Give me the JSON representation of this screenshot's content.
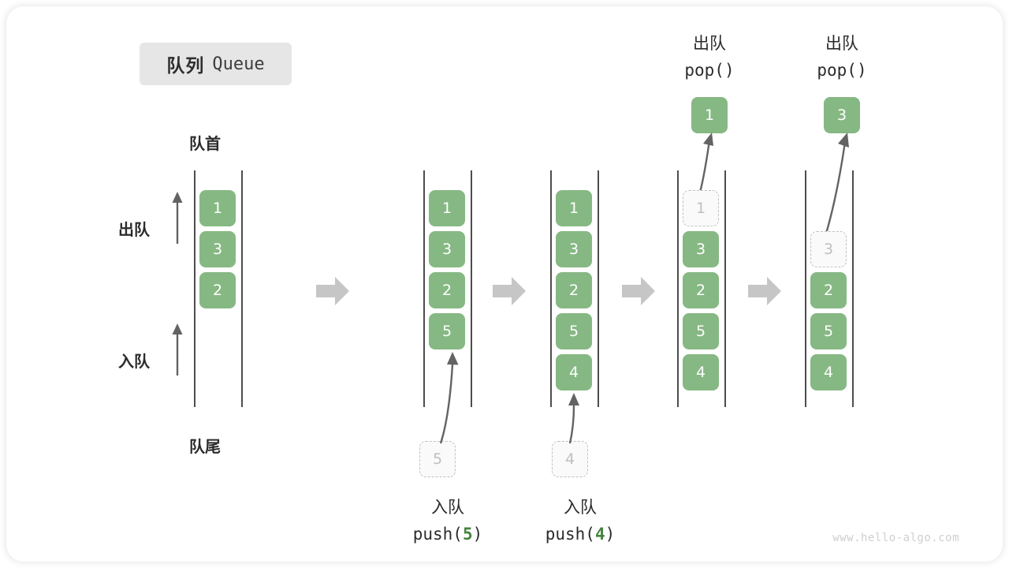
{
  "title": {
    "cn": "队列",
    "en": "Queue"
  },
  "labels": {
    "front": "队首",
    "rear": "队尾",
    "dequeue": "出队",
    "enqueue": "入队"
  },
  "watermark": "www.hello-algo.com",
  "colors": {
    "cell_green": "#86b883",
    "ghost_border": "#c2c2c2",
    "ghost_text": "#bfbfbf",
    "rail": "#4d4d4d",
    "flow_arrow": "#c6c6c6",
    "badge_bg": "#e6e6e6",
    "text": "#2b2b2b",
    "code_accent": "#46833f",
    "watermark": "#cfcfcf"
  },
  "stages": [
    {
      "id": "initial",
      "caption_cn": "",
      "caption_code": "",
      "cells": [
        {
          "value": "1",
          "state": "filled",
          "slot": 0
        },
        {
          "value": "3",
          "state": "filled",
          "slot": 1
        },
        {
          "value": "2",
          "state": "filled",
          "slot": 2
        }
      ]
    },
    {
      "id": "push-5",
      "caption_cn": "入队",
      "caption_code_prefix": "push(",
      "caption_code_arg": "5",
      "caption_code_suffix": ")",
      "cells": [
        {
          "value": "1",
          "state": "filled",
          "slot": 0
        },
        {
          "value": "3",
          "state": "filled",
          "slot": 1
        },
        {
          "value": "2",
          "state": "filled",
          "slot": 2
        },
        {
          "value": "5",
          "state": "filled",
          "slot": 3
        }
      ],
      "incoming": {
        "value": "5",
        "state": "ghost"
      }
    },
    {
      "id": "push-4",
      "caption_cn": "入队",
      "caption_code_prefix": "push(",
      "caption_code_arg": "4",
      "caption_code_suffix": ")",
      "cells": [
        {
          "value": "1",
          "state": "filled",
          "slot": 0
        },
        {
          "value": "3",
          "state": "filled",
          "slot": 1
        },
        {
          "value": "2",
          "state": "filled",
          "slot": 2
        },
        {
          "value": "5",
          "state": "filled",
          "slot": 3
        },
        {
          "value": "4",
          "state": "filled",
          "slot": 4
        }
      ],
      "incoming": {
        "value": "4",
        "state": "ghost"
      }
    },
    {
      "id": "pop-1",
      "caption_cn": "出队",
      "caption_code_prefix": "pop(",
      "caption_code_arg": "",
      "caption_code_suffix": ")",
      "cells": [
        {
          "value": "1",
          "state": "ghost",
          "slot": 0
        },
        {
          "value": "3",
          "state": "filled",
          "slot": 1
        },
        {
          "value": "2",
          "state": "filled",
          "slot": 2
        },
        {
          "value": "5",
          "state": "filled",
          "slot": 3
        },
        {
          "value": "4",
          "state": "filled",
          "slot": 4
        }
      ],
      "outgoing": {
        "value": "1",
        "state": "filled"
      }
    },
    {
      "id": "pop-3",
      "caption_cn": "出队",
      "caption_code_prefix": "pop(",
      "caption_code_arg": "",
      "caption_code_suffix": ")",
      "cells": [
        {
          "value": "3",
          "state": "ghost",
          "slot": 1
        },
        {
          "value": "2",
          "state": "filled",
          "slot": 2
        },
        {
          "value": "5",
          "state": "filled",
          "slot": 3
        },
        {
          "value": "4",
          "state": "filled",
          "slot": 4
        }
      ],
      "outgoing": {
        "value": "3",
        "state": "filled"
      }
    }
  ],
  "flow_arrows": 4
}
